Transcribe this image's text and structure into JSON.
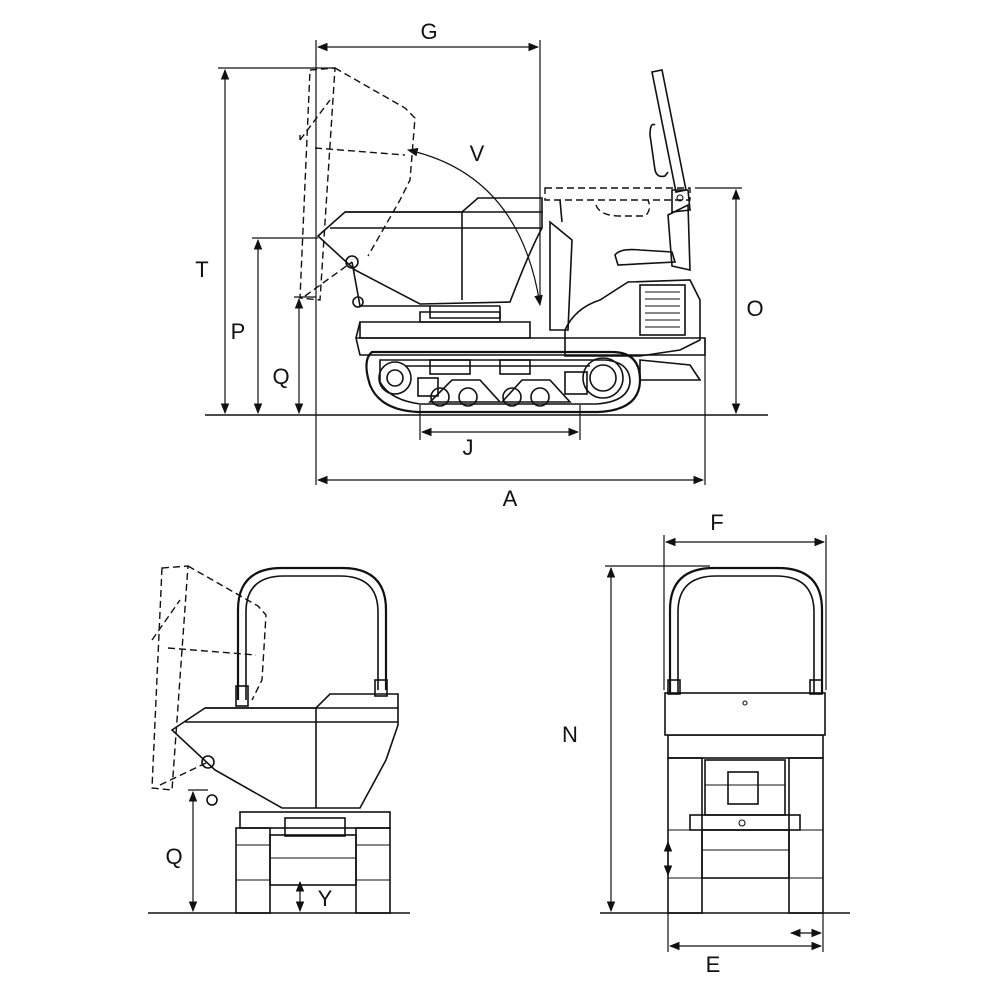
{
  "diagram": {
    "labels": {
      "A": "A",
      "G": "G",
      "V": "V",
      "T": "T",
      "P": "P",
      "Q": "Q",
      "J": "J",
      "O": "O",
      "F": "F",
      "N": "N",
      "Q2": "Q",
      "Y": "Y",
      "E": "E"
    }
  }
}
